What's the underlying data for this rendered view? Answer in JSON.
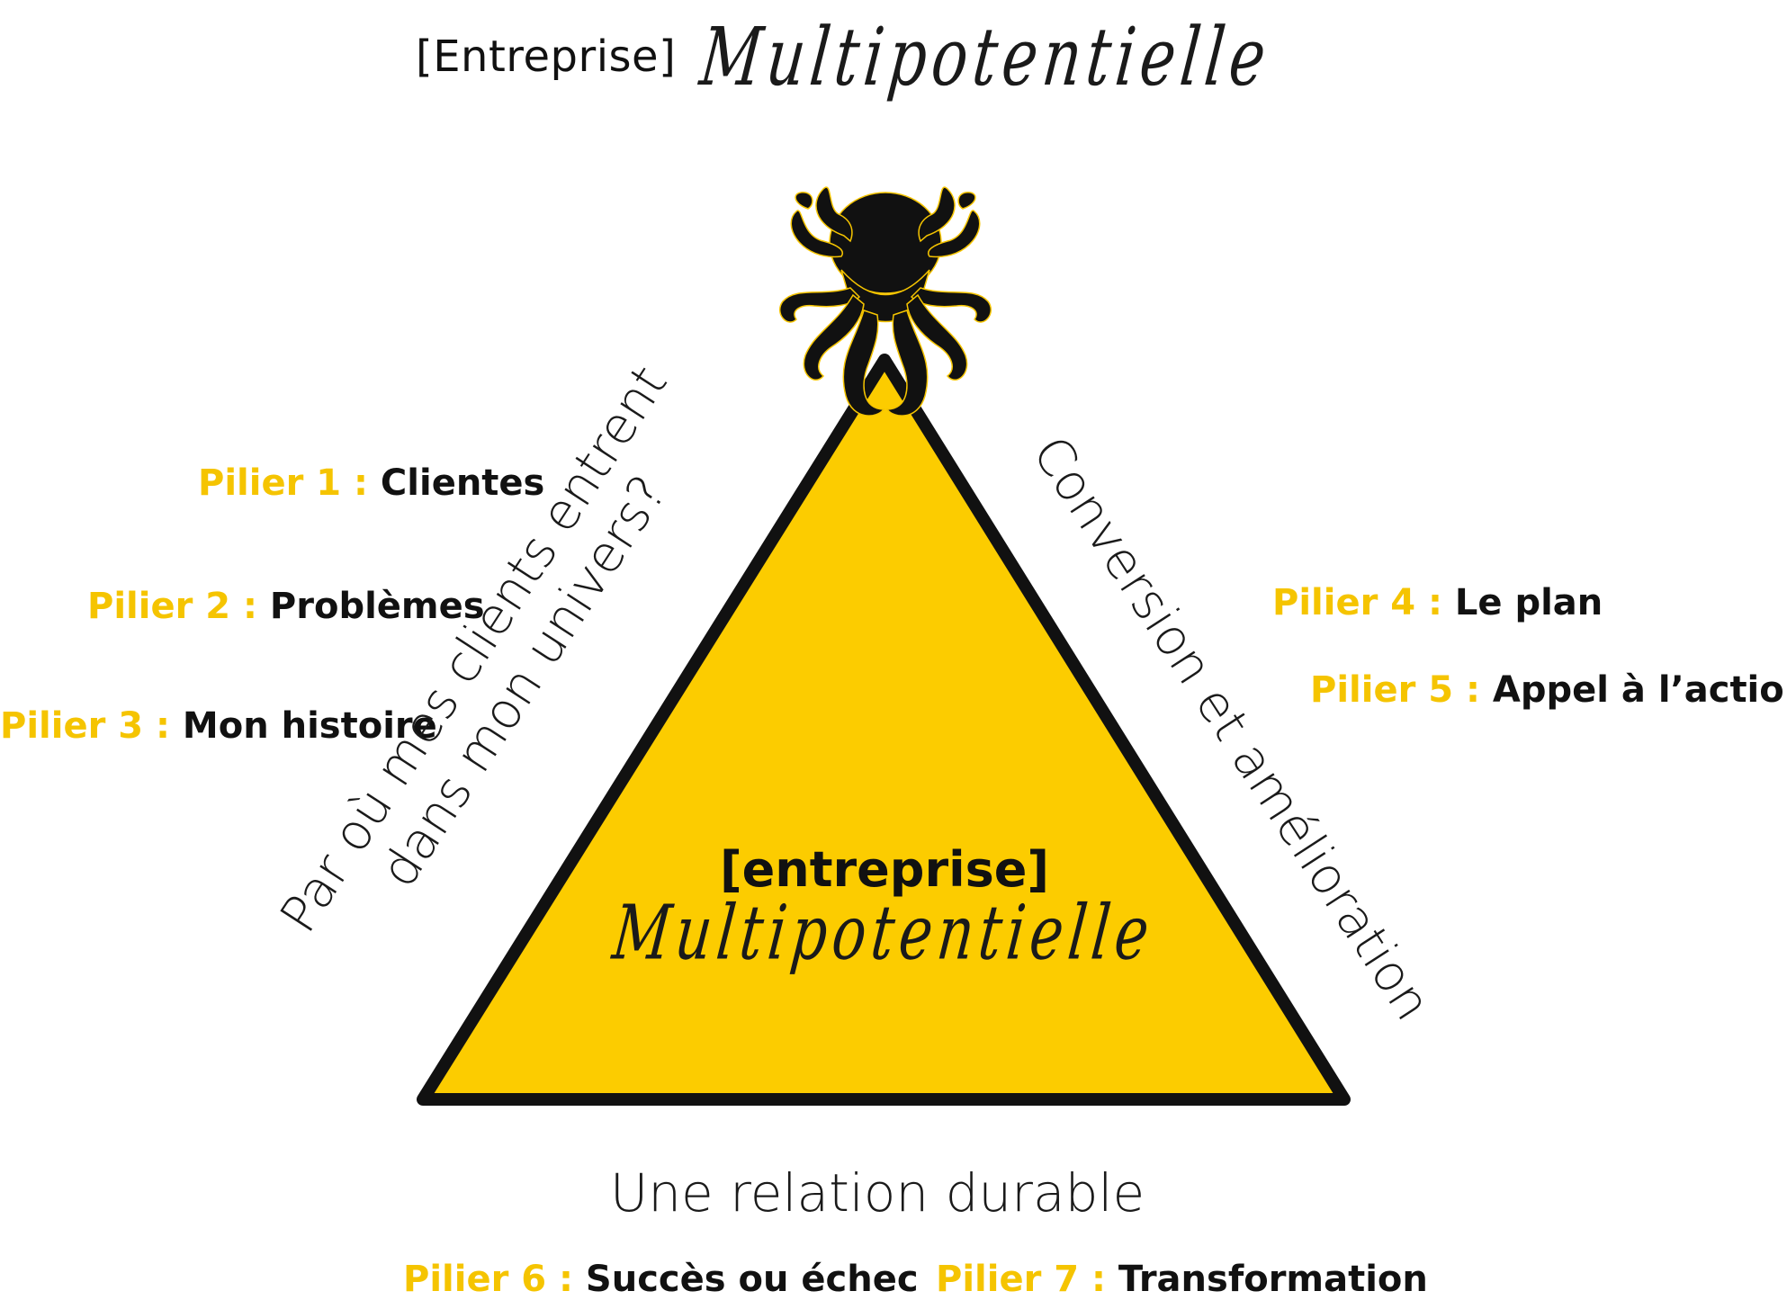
{
  "header": {
    "bracket_text": "[Entreprise]",
    "script_text": "Multipotentielle"
  },
  "colors": {
    "accent": "#f5c400",
    "triangle_fill": "#fccc00",
    "outline": "#111111",
    "text": "#111111"
  },
  "triangle": {
    "top_icon": "octopus-icon",
    "center_bracket_text": "[entreprise]",
    "center_script_text": "Multipotentielle"
  },
  "sides": {
    "left": {
      "line1": "Par où mes clients entrent",
      "line2": "dans mon univers?"
    },
    "right": {
      "text": "Conversion et amélioration"
    },
    "bottom": {
      "text": "Une relation durable"
    }
  },
  "pillars": [
    {
      "prefix": "Pilier 1 : ",
      "name": "Clientes"
    },
    {
      "prefix": "Pilier 2 : ",
      "name": "Problèmes"
    },
    {
      "prefix": "Pilier 3 : ",
      "name": "Mon histoire"
    },
    {
      "prefix": "Pilier 4 : ",
      "name": "Le plan"
    },
    {
      "prefix": "Pilier 5 : ",
      "name": "Appel à l’action"
    },
    {
      "prefix": "Pilier 6 : ",
      "name": "Succès ou échec"
    },
    {
      "prefix": "Pilier 7 : ",
      "name": "Transformation"
    }
  ]
}
